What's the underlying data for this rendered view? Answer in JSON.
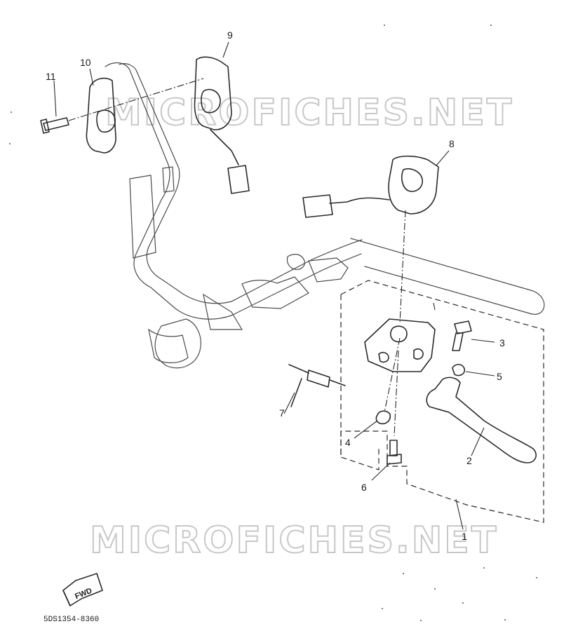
{
  "watermark": {
    "text_top": "MICROFICHES.NET",
    "text_bottom": "MICROFICHES.NET"
  },
  "part_numbers": [
    "1",
    "2",
    "3",
    "4",
    "5",
    "6",
    "7",
    "8",
    "9",
    "10",
    "11"
  ],
  "fwd_label": "FWD",
  "reference_code": "5DS1354-8360",
  "colors": {
    "line": "#2a2a2a",
    "watermark": "#c8c8c8",
    "background": "#ffffff"
  }
}
